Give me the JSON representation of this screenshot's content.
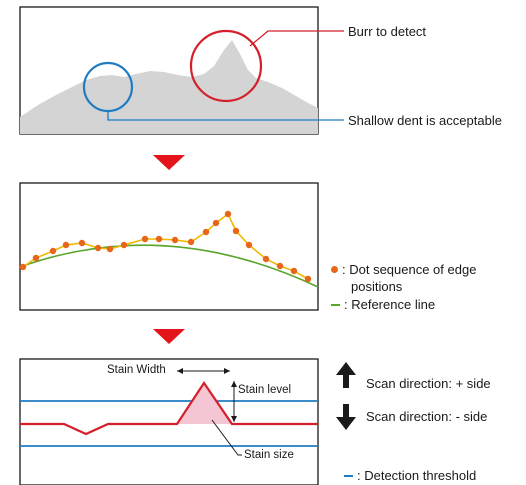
{
  "panel1": {
    "burr_label": "Burr to detect",
    "dent_label": "Shallow dent is acceptable"
  },
  "panel2": {
    "legend_dots": ": Dot sequence of edge",
    "legend_dots_cont": "positions",
    "legend_line": ": Reference line"
  },
  "panel3": {
    "stain_width": "Stain Width",
    "stain_level": "Stain level",
    "stain_size": "Stain size",
    "scan_plus": "Scan direction: + side",
    "scan_minus": "Scan direction: - side",
    "legend_threshold": ": Detection threshold"
  },
  "colors": {
    "frame": "#1a1a1a",
    "mountain": "#d4d4d4",
    "burr_circle": "#d4202a",
    "dent_circle": "#1f7bc2",
    "arrow_red": "#e3141c",
    "dots": "#e8661a",
    "dot_line": "#f2b800",
    "reference": "#5aa62c",
    "profile": "#d4202a",
    "threshold": "#1f7bc2",
    "stain_fill": "#f4c6d4"
  }
}
